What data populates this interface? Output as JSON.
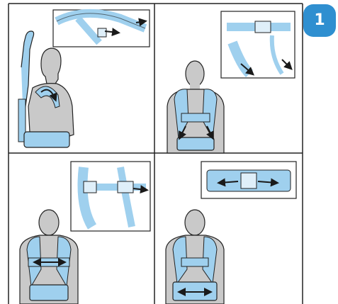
{
  "step": {
    "number": "1"
  },
  "colors": {
    "strap": "#9fd0ee",
    "strap_dark": "#6fb4e0",
    "figure": "#c9c9c9",
    "outline": "#222222",
    "badge": "#2f8fd0",
    "arrow": "#1a1a1a"
  },
  "panels": [
    {
      "id": "side-view",
      "icon": "shoulder-strap-tighten-arrow-icon"
    },
    {
      "id": "back-view-load-lifters",
      "icon": "strap-pull-arrow-icon"
    },
    {
      "id": "back-view-sternum-strap",
      "icon": "sternum-strap-adjust-arrow-icon"
    },
    {
      "id": "back-view-hip-belt",
      "icon": "hip-belt-tighten-arrow-icon"
    }
  ]
}
